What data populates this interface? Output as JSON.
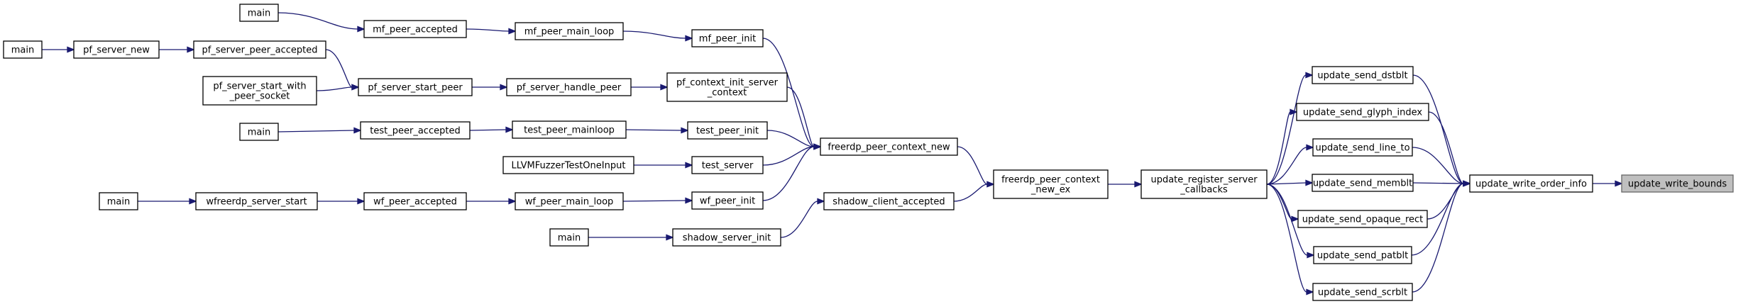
{
  "graph": {
    "edge_color": "#191970",
    "focus_fill": "#bfbfbf",
    "nodes": [
      {
        "id": "n_update_write_bounds",
        "label": [
          "update_write_bounds"
        ],
        "focus": true
      },
      {
        "id": "n_update_write_order_info",
        "label": [
          "update_write_order_info"
        ]
      },
      {
        "id": "n_update_send_dstblt",
        "label": [
          "update_send_dstblt"
        ]
      },
      {
        "id": "n_update_send_glyph_index",
        "label": [
          "update_send_glyph_index"
        ]
      },
      {
        "id": "n_update_send_line_to",
        "label": [
          "update_send_line_to"
        ]
      },
      {
        "id": "n_update_send_memblt",
        "label": [
          "update_send_memblt"
        ]
      },
      {
        "id": "n_update_send_opaque_rect",
        "label": [
          "update_send_opaque_rect"
        ]
      },
      {
        "id": "n_update_send_patblt",
        "label": [
          "update_send_patblt"
        ]
      },
      {
        "id": "n_update_send_scrblt",
        "label": [
          "update_send_scrblt"
        ]
      },
      {
        "id": "n_update_register_server_callbacks",
        "label": [
          "update_register_server",
          "_callbacks"
        ]
      },
      {
        "id": "n_freerdp_peer_context_new_ex",
        "label": [
          "freerdp_peer_context",
          "_new_ex"
        ]
      },
      {
        "id": "n_freerdp_peer_context_new",
        "label": [
          "freerdp_peer_context_new"
        ]
      },
      {
        "id": "n_shadow_client_accepted",
        "label": [
          "shadow_client_accepted"
        ]
      },
      {
        "id": "n_shadow_server_init",
        "label": [
          "shadow_server_init"
        ]
      },
      {
        "id": "n_main_shadow",
        "label": [
          "main"
        ]
      },
      {
        "id": "n_mf_peer_init",
        "label": [
          "mf_peer_init"
        ]
      },
      {
        "id": "n_mf_peer_main_loop",
        "label": [
          "mf_peer_main_loop"
        ]
      },
      {
        "id": "n_mf_peer_accepted",
        "label": [
          "mf_peer_accepted"
        ]
      },
      {
        "id": "n_main_mf",
        "label": [
          "main"
        ]
      },
      {
        "id": "n_pf_context_init_server_context",
        "label": [
          "pf_context_init_server",
          "_context"
        ]
      },
      {
        "id": "n_pf_server_handle_peer",
        "label": [
          "pf_server_handle_peer"
        ]
      },
      {
        "id": "n_pf_server_start_peer",
        "label": [
          "pf_server_start_peer"
        ]
      },
      {
        "id": "n_pf_server_peer_accepted",
        "label": [
          "pf_server_peer_accepted"
        ]
      },
      {
        "id": "n_pf_server_start_with_peer_socket",
        "label": [
          "pf_server_start_with",
          "_peer_socket"
        ]
      },
      {
        "id": "n_pf_server_new",
        "label": [
          "pf_server_new"
        ]
      },
      {
        "id": "n_main_pf",
        "label": [
          "main"
        ]
      },
      {
        "id": "n_test_peer_init",
        "label": [
          "test_peer_init"
        ]
      },
      {
        "id": "n_test_peer_mainloop",
        "label": [
          "test_peer_mainloop"
        ]
      },
      {
        "id": "n_test_peer_accepted",
        "label": [
          "test_peer_accepted"
        ]
      },
      {
        "id": "n_main_test",
        "label": [
          "main"
        ]
      },
      {
        "id": "n_test_server",
        "label": [
          "test_server"
        ]
      },
      {
        "id": "n_llvm_fuzzer",
        "label": [
          "LLVMFuzzerTestOneInput"
        ]
      },
      {
        "id": "n_wf_peer_init",
        "label": [
          "wf_peer_init"
        ]
      },
      {
        "id": "n_wf_peer_main_loop",
        "label": [
          "wf_peer_main_loop"
        ]
      },
      {
        "id": "n_wf_peer_accepted",
        "label": [
          "wf_peer_accepted"
        ]
      },
      {
        "id": "n_wfreerdp_server_start",
        "label": [
          "wfreerdp_server_start"
        ]
      },
      {
        "id": "n_main_wf",
        "label": [
          "main"
        ]
      }
    ],
    "edges": [
      {
        "from": "n_update_write_order_info",
        "to": "n_update_write_bounds"
      },
      {
        "from": "n_update_send_dstblt",
        "to": "n_update_write_order_info"
      },
      {
        "from": "n_update_send_glyph_index",
        "to": "n_update_write_order_info"
      },
      {
        "from": "n_update_send_line_to",
        "to": "n_update_write_order_info"
      },
      {
        "from": "n_update_send_memblt",
        "to": "n_update_write_order_info"
      },
      {
        "from": "n_update_send_opaque_rect",
        "to": "n_update_write_order_info"
      },
      {
        "from": "n_update_send_patblt",
        "to": "n_update_write_order_info"
      },
      {
        "from": "n_update_send_scrblt",
        "to": "n_update_write_order_info"
      },
      {
        "from": "n_update_register_server_callbacks",
        "to": "n_update_send_dstblt"
      },
      {
        "from": "n_update_register_server_callbacks",
        "to": "n_update_send_glyph_index"
      },
      {
        "from": "n_update_register_server_callbacks",
        "to": "n_update_send_line_to"
      },
      {
        "from": "n_update_register_server_callbacks",
        "to": "n_update_send_memblt"
      },
      {
        "from": "n_update_register_server_callbacks",
        "to": "n_update_send_opaque_rect"
      },
      {
        "from": "n_update_register_server_callbacks",
        "to": "n_update_send_patblt"
      },
      {
        "from": "n_update_register_server_callbacks",
        "to": "n_update_send_scrblt"
      },
      {
        "from": "n_freerdp_peer_context_new_ex",
        "to": "n_update_register_server_callbacks"
      },
      {
        "from": "n_freerdp_peer_context_new",
        "to": "n_freerdp_peer_context_new_ex"
      },
      {
        "from": "n_shadow_client_accepted",
        "to": "n_freerdp_peer_context_new_ex"
      },
      {
        "from": "n_shadow_server_init",
        "to": "n_shadow_client_accepted"
      },
      {
        "from": "n_main_shadow",
        "to": "n_shadow_server_init"
      },
      {
        "from": "n_mf_peer_init",
        "to": "n_freerdp_peer_context_new"
      },
      {
        "from": "n_mf_peer_main_loop",
        "to": "n_mf_peer_init"
      },
      {
        "from": "n_mf_peer_accepted",
        "to": "n_mf_peer_main_loop"
      },
      {
        "from": "n_main_mf",
        "to": "n_mf_peer_accepted"
      },
      {
        "from": "n_pf_context_init_server_context",
        "to": "n_freerdp_peer_context_new"
      },
      {
        "from": "n_pf_server_handle_peer",
        "to": "n_pf_context_init_server_context"
      },
      {
        "from": "n_pf_server_start_peer",
        "to": "n_pf_server_handle_peer"
      },
      {
        "from": "n_pf_server_peer_accepted",
        "to": "n_pf_server_start_peer"
      },
      {
        "from": "n_pf_server_start_with_peer_socket",
        "to": "n_pf_server_start_peer"
      },
      {
        "from": "n_pf_server_new",
        "to": "n_pf_server_peer_accepted"
      },
      {
        "from": "n_main_pf",
        "to": "n_pf_server_new"
      },
      {
        "from": "n_test_peer_init",
        "to": "n_freerdp_peer_context_new"
      },
      {
        "from": "n_test_peer_mainloop",
        "to": "n_test_peer_init"
      },
      {
        "from": "n_test_peer_accepted",
        "to": "n_test_peer_mainloop"
      },
      {
        "from": "n_main_test",
        "to": "n_test_peer_accepted"
      },
      {
        "from": "n_test_server",
        "to": "n_freerdp_peer_context_new"
      },
      {
        "from": "n_llvm_fuzzer",
        "to": "n_test_server"
      },
      {
        "from": "n_wf_peer_init",
        "to": "n_freerdp_peer_context_new"
      },
      {
        "from": "n_wf_peer_main_loop",
        "to": "n_wf_peer_init"
      },
      {
        "from": "n_wf_peer_accepted",
        "to": "n_wf_peer_main_loop"
      },
      {
        "from": "n_wfreerdp_server_start",
        "to": "n_wf_peer_accepted"
      },
      {
        "from": "n_main_wf",
        "to": "n_wfreerdp_server_start"
      }
    ]
  }
}
